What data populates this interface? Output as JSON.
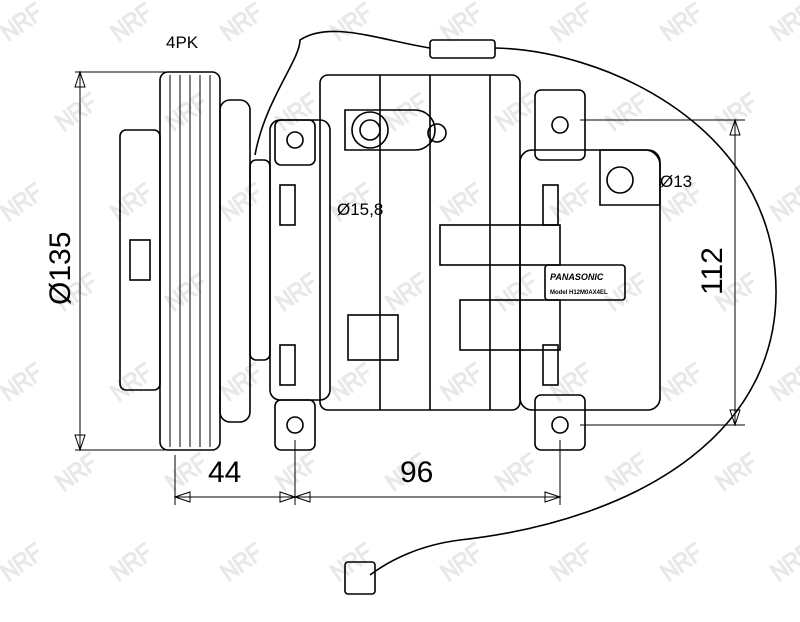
{
  "drawing": {
    "watermark": "NRF",
    "labels": {
      "belt": "4PK",
      "pulley_diameter": "Ø135",
      "port_large": "Ø15,8",
      "port_small": "Ø13",
      "mount_height": "112",
      "offset_44": "44",
      "offset_96": "96"
    },
    "nameplate": {
      "brand": "PANASONIC",
      "model": "Model H12M0AX4EL"
    }
  }
}
